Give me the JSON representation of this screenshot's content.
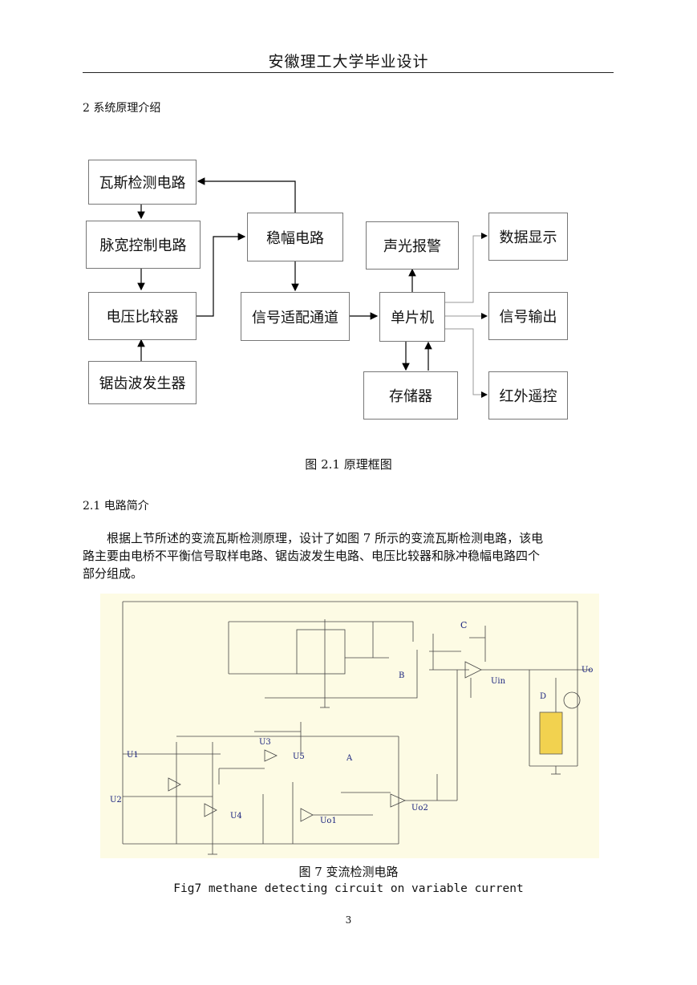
{
  "header": {
    "title": "安徽理工大学毕业设计"
  },
  "section": {
    "heading": "2 系统原理介绍"
  },
  "block_diagram": {
    "blocks": {
      "gas_detect": "瓦斯检测电路",
      "pwm": "脉宽控制电路",
      "comparator": "电压比较器",
      "sawtooth": "锯齿波发生器",
      "stabilizer": "稳幅电路",
      "adapter": "信号适配通道",
      "alarm": "声光报警",
      "mcu": "单片机",
      "storage": "存储器",
      "display": "数据显示",
      "output": "信号输出",
      "ir": "红外遥控"
    },
    "caption": "图 2.1  原理框图"
  },
  "subsection": {
    "heading": "2.1 电路简介"
  },
  "paragraph": {
    "line1": "根据上节所述的变流瓦斯检测原理，设计了如图 7 所示的变流瓦斯检测电路，该电",
    "line2": "路主要由电桥不平衡信号取样电路、锯齿波发生电路、电压比较器和脉冲稳幅电路四个",
    "line3": "部分组成。"
  },
  "circuit": {
    "labels": {
      "c": "C",
      "b": "B",
      "a": "A",
      "d": "D",
      "uo": "Uo",
      "uin": "Uin",
      "u1": "U1",
      "u2": "U2",
      "u3": "U3",
      "u4": "U4",
      "u5": "U5",
      "uo1": "Uo1",
      "uo2": "Uo2"
    },
    "accent_color": "#1a237e"
  },
  "figure": {
    "caption_cn": "图 7  变流检测电路",
    "caption_en": "Fig7 methane detecting circuit on variable current"
  },
  "page": {
    "number": "3"
  }
}
